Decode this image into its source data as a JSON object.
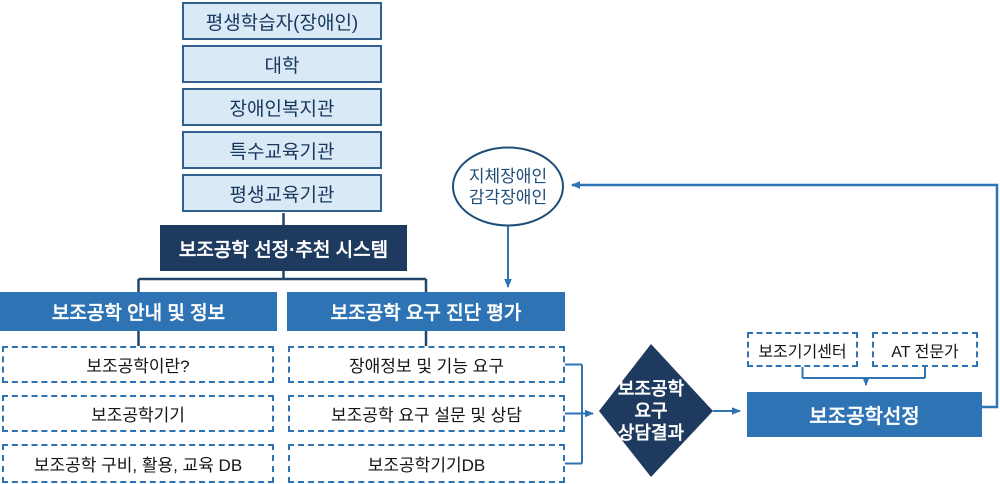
{
  "diagram": {
    "sources": [
      {
        "label": "평생학습자(장애인)"
      },
      {
        "label": "대학"
      },
      {
        "label": "장애인복지관"
      },
      {
        "label": "특수교육기관"
      },
      {
        "label": "평생교육기관"
      }
    ],
    "system": {
      "label": "보조공학 선정·추천 시스템"
    },
    "info_branch": {
      "header": "보조공학 안내 및 정보",
      "items": [
        {
          "label": "보조공학이란?"
        },
        {
          "label": "보조공학기기"
        },
        {
          "label": "보조공학 구비, 활용, 교육 DB"
        }
      ]
    },
    "assessment_branch": {
      "header": "보조공학 요구 진단 평가",
      "items": [
        {
          "label": "장애정보 및 기능 요구"
        },
        {
          "label": "보조공학 요구 설문 및 상담"
        },
        {
          "label": "보조공학기기DB"
        }
      ]
    },
    "user_group": {
      "line1": "지체장애인",
      "line2": "감각장애인"
    },
    "decision": {
      "line1": "보조공학",
      "line2": "요구",
      "line3": "상담결과"
    },
    "experts": [
      {
        "label": "보조기기센터"
      },
      {
        "label": "AT 전문가"
      }
    ],
    "selection": {
      "label": "보조공학선정"
    },
    "colors": {
      "light_box_fill": "#d9e9f5",
      "light_box_border": "#31608f",
      "navy_text": "#17375e",
      "dark_navy_fill": "#1f3a5f",
      "medium_blue_fill": "#2e74b5",
      "dashed_border": "#2e74b5",
      "connector_blue": "#2e74b5",
      "connector_dark": "#24456b",
      "ellipse_stroke": "#1f4e79"
    }
  }
}
